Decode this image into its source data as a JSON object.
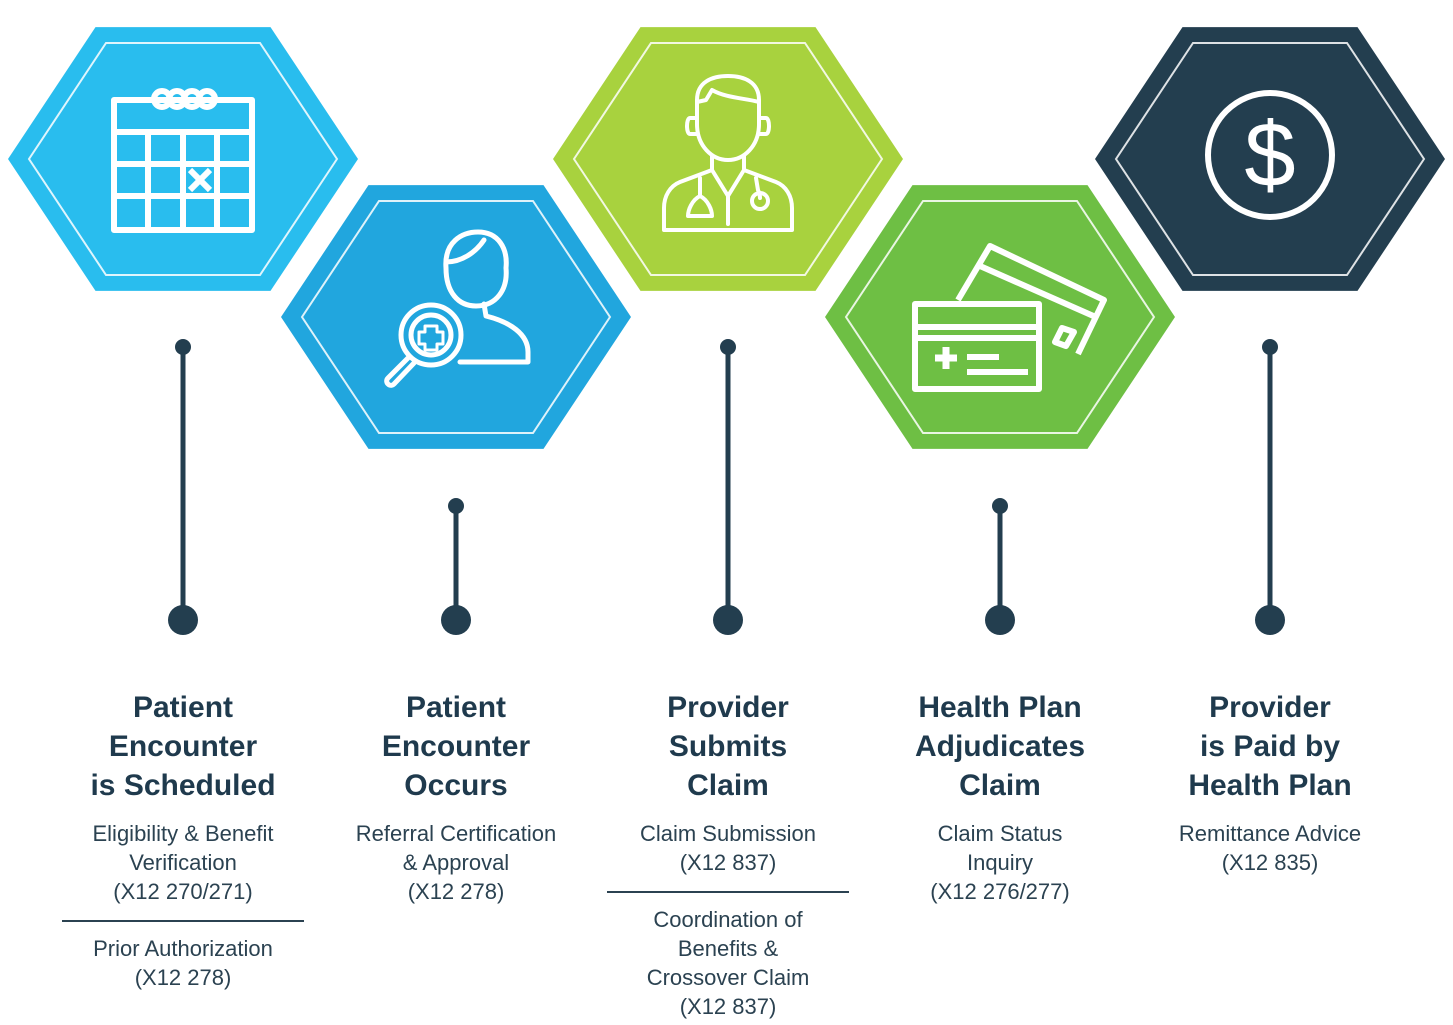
{
  "colors": {
    "light_blue": "#29bdee",
    "blue": "#21a6de",
    "lime": "#a8d23e",
    "green": "#6ebf44",
    "navy": "#233e4f",
    "connector": "#233e4f"
  },
  "steps": [
    {
      "icon": "calendar-icon",
      "color": "light_blue",
      "title_lines": [
        "Patient",
        "Encounter",
        "is Scheduled"
      ],
      "groups": [
        [
          "Eligibility & Benefit",
          "Verification",
          "(X12 270/271)"
        ],
        [
          "Prior Authorization",
          "(X12 278)"
        ]
      ]
    },
    {
      "icon": "patient-search-icon",
      "color": "blue",
      "title_lines": [
        "Patient",
        "Encounter",
        "Occurs"
      ],
      "groups": [
        [
          "Referral Certification",
          "& Approval",
          "(X12 278)"
        ]
      ]
    },
    {
      "icon": "doctor-icon",
      "color": "lime",
      "title_lines": [
        "Provider",
        "Submits",
        "Claim"
      ],
      "groups": [
        [
          "Claim Submission",
          "(X12 837)"
        ],
        [
          "Coordination of",
          "Benefits &",
          "Crossover Claim",
          "(X12 837)"
        ]
      ]
    },
    {
      "icon": "insurance-card-icon",
      "color": "green",
      "title_lines": [
        "Health Plan",
        "Adjudicates",
        "Claim"
      ],
      "groups": [
        [
          "Claim Status",
          "Inquiry",
          "(X12 276/277)"
        ]
      ]
    },
    {
      "icon": "dollar-icon",
      "color": "navy",
      "title_lines": [
        "Provider",
        "is Paid by",
        "Health Plan"
      ],
      "groups": [
        [
          "Remittance Advice",
          "(X12 835)"
        ]
      ]
    }
  ]
}
